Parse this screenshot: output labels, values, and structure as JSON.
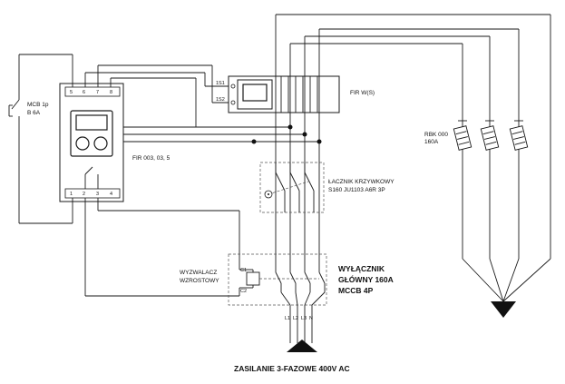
{
  "labels": {
    "mcb": [
      "MCB 1p",
      "B 6A"
    ],
    "fir_relay": "FIR 003, 03, 5",
    "fir_terminals_top": [
      "5",
      "6",
      "7",
      "8"
    ],
    "fir_terminals_bottom": [
      "1",
      "2",
      "3",
      "4"
    ],
    "ct_terminals": [
      "1S1",
      "1S2"
    ],
    "fir_w": "FIR W(S)",
    "rbk": [
      "RBK 000",
      "160A"
    ],
    "switch": [
      "ŁACZNIK KRZYWKOWY",
      "S160 JU1103 A6R 3P"
    ],
    "trip": [
      "WYZWALACZ",
      "WZROSTOWY"
    ],
    "trip_terminals": [
      "C1",
      "C2"
    ],
    "main_breaker": [
      "WYŁĄCZNIK",
      "GŁÓWNY 160A",
      "MCCB 4P"
    ],
    "phases": [
      "L1",
      "L2",
      "L3",
      "N"
    ],
    "supply": "ZASILANIE 3-FAZOWE 400V AC"
  }
}
